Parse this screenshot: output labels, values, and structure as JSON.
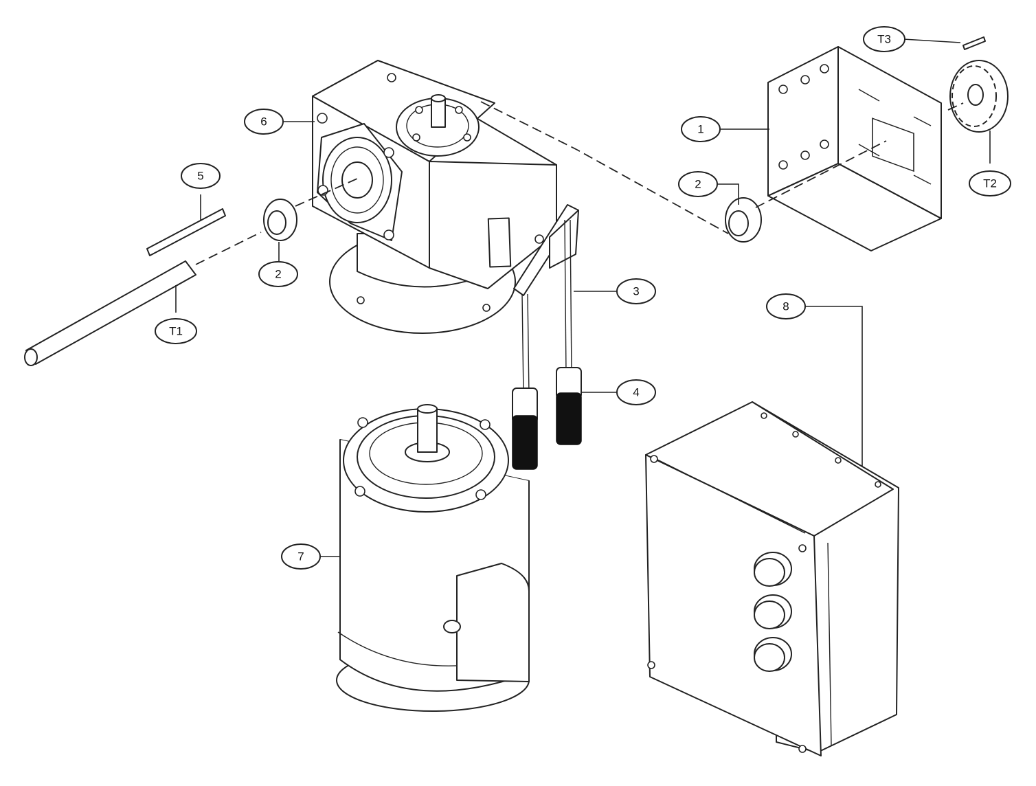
{
  "diagram": {
    "parts": [
      {
        "id": "bracket",
        "callout": "1"
      },
      {
        "id": "bearing-collar-right",
        "callout": "2"
      },
      {
        "id": "bearing-collar-left",
        "callout": "2"
      },
      {
        "id": "pendulum-arm",
        "callout": "3"
      },
      {
        "id": "float-weights",
        "callout": "4"
      },
      {
        "id": "key",
        "callout": "5"
      },
      {
        "id": "gearbox",
        "callout": "6"
      },
      {
        "id": "motor",
        "callout": "7"
      },
      {
        "id": "control-box",
        "callout": "8"
      },
      {
        "id": "shaft",
        "callout": "T1"
      },
      {
        "id": "sprocket",
        "callout": "T2"
      },
      {
        "id": "pin",
        "callout": "T3"
      }
    ],
    "colors": {
      "line": "#222222",
      "background": "#ffffff",
      "fill_dark": "#111111"
    }
  }
}
